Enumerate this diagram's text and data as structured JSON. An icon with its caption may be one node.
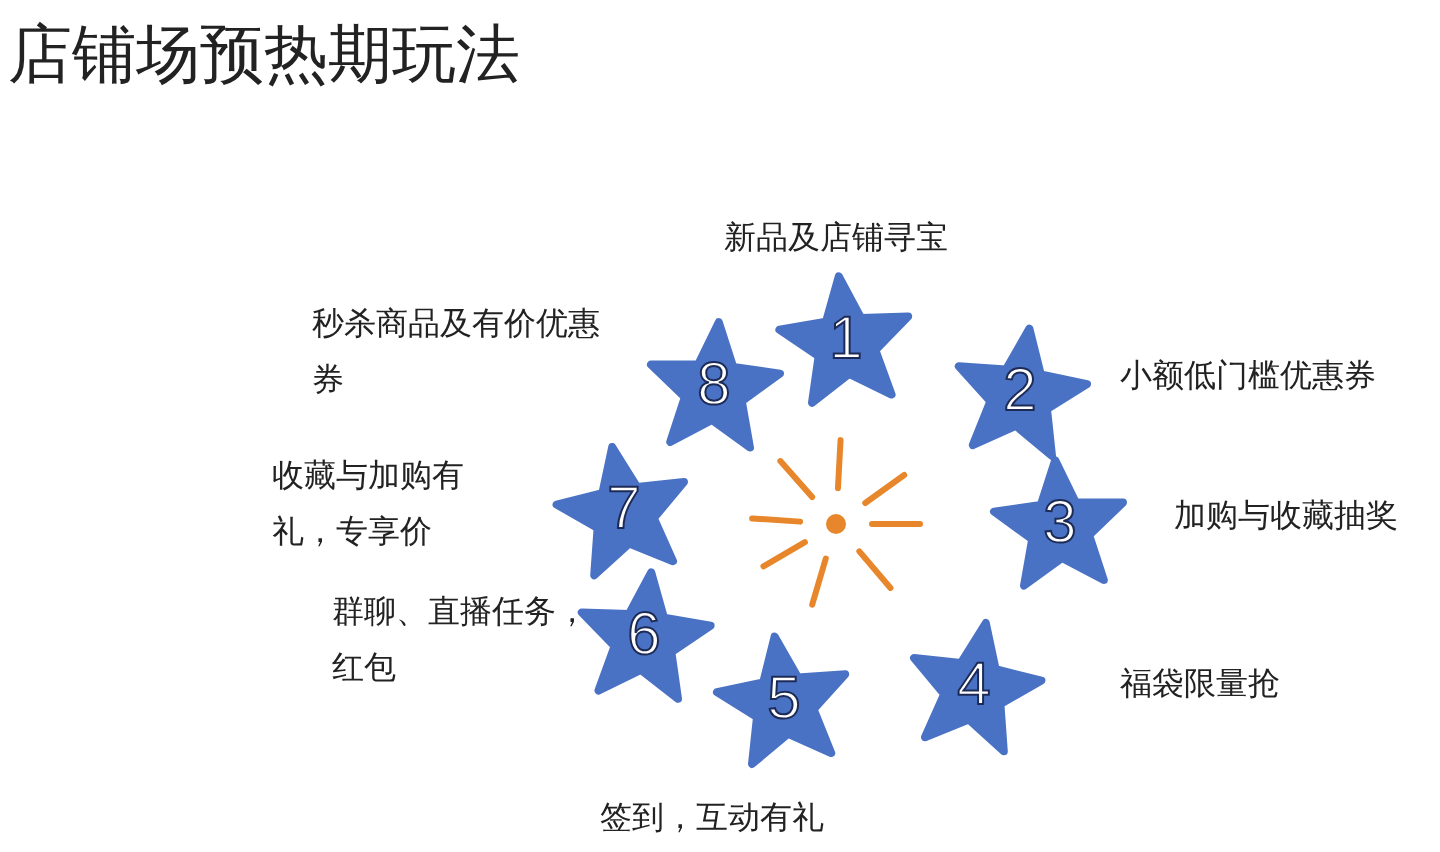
{
  "diagram": {
    "title": "店铺场预热期玩法",
    "nodes": [
      {
        "text": [
          "1"
        ],
        "beside": [
          "新品及店铺寻宝"
        ]
      },
      {
        "text": [
          "2"
        ],
        "beside": [
          "小额低门槛优惠券"
        ]
      },
      {
        "text": [
          "3"
        ],
        "beside": [
          "加购与收藏抽奖"
        ]
      },
      {
        "text": [
          "4"
        ],
        "beside": [
          "福袋限量抢"
        ]
      },
      {
        "text": [
          "5"
        ],
        "beside": [
          "签到，互动有礼"
        ]
      },
      {
        "text": [
          "6"
        ],
        "beside": [
          "群聊、直播任务，红包"
        ]
      },
      {
        "text": [
          "7"
        ],
        "beside": [
          "收藏与加购有礼，专享价"
        ]
      },
      {
        "text": [
          "8"
        ],
        "beside": [
          "秒杀商品及有价优惠券"
        ]
      }
    ]
  }
}
